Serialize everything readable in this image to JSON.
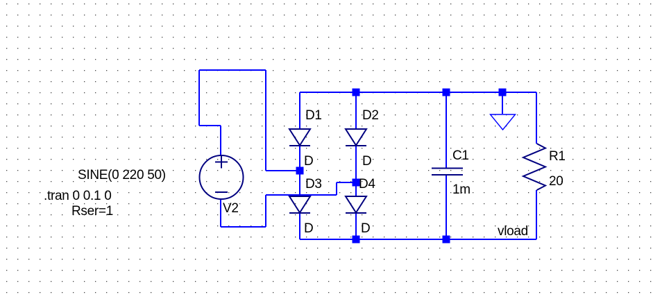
{
  "app": {
    "title": "schematic-editor-canvas"
  },
  "colors": {
    "background": "#FFFFFF",
    "grid_dot": "#404040",
    "wire": "#0000FF",
    "component": "#000080",
    "text": "#000000"
  },
  "directives": {
    "sine": "SINE(0 220 50)",
    "tran": ".tran 0 0.1 0",
    "rser": "Rser=1"
  },
  "components": {
    "v2": {
      "designator": "V2"
    },
    "d1": {
      "designator": "D1",
      "model": "D"
    },
    "d2": {
      "designator": "D2",
      "model": "D"
    },
    "d3": {
      "designator": "D3",
      "model": "D"
    },
    "d4": {
      "designator": "D4",
      "model": "D"
    },
    "c1": {
      "designator": "C1",
      "value": "1m"
    },
    "r1": {
      "designator": "R1",
      "value": "20"
    }
  },
  "nets": {
    "vload": "vload"
  }
}
